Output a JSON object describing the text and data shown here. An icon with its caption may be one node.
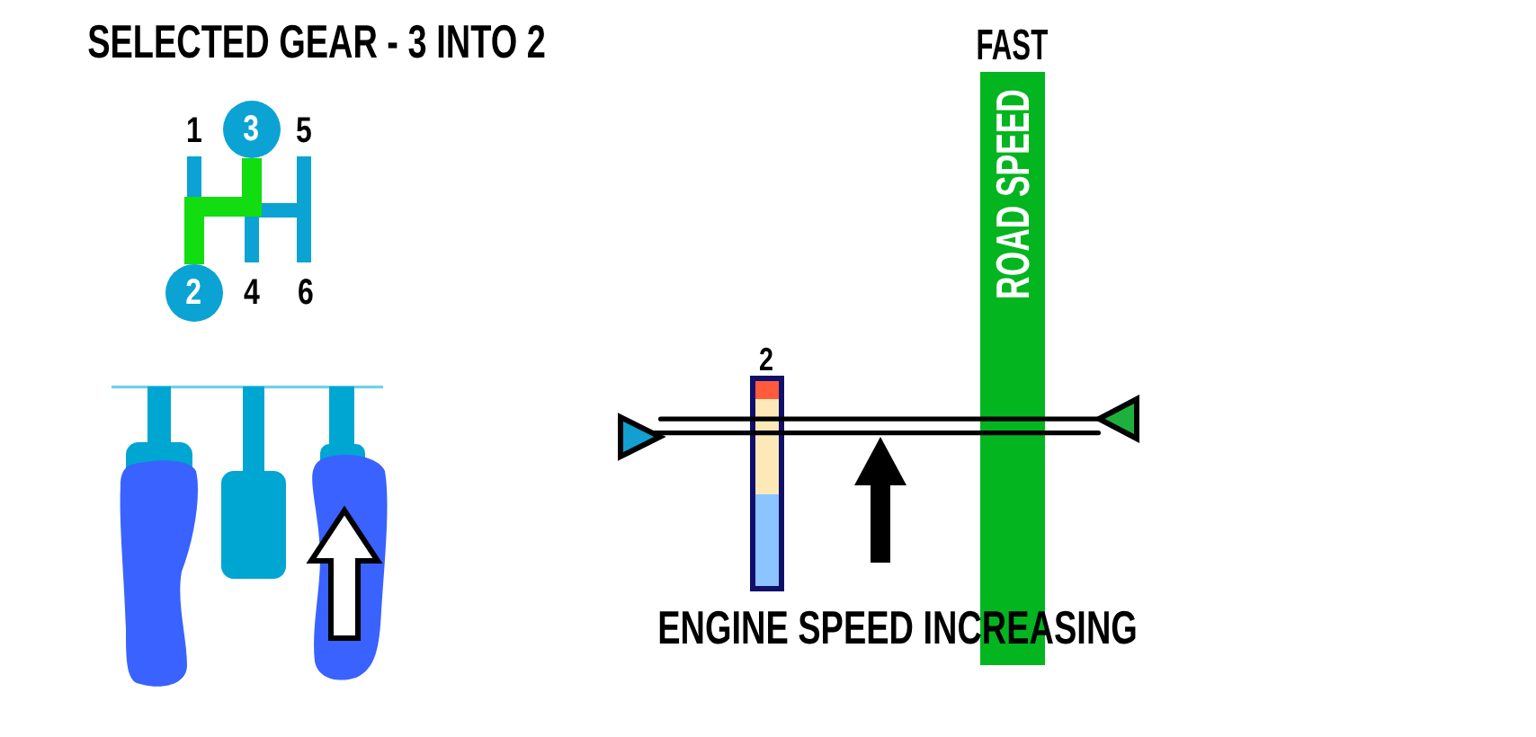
{
  "diagram": {
    "title": "SELECTED GEAR - 3 INTO 2",
    "nodes": [
      {
        "text": [
          "3"
        ]
      },
      {
        "text": [
          "2"
        ]
      },
      {
        "text": [
          "2"
        ]
      },
      {
        "text": [
          "FAST",
          "ROAD SPEED"
        ]
      }
    ],
    "edges": [
      {
        "from": 0,
        "to": 1,
        "arrow": "none",
        "color": "#11dd11"
      }
    ],
    "labels": [
      "1",
      "5",
      "4",
      "6",
      "ENGINE SPEED INCREASING"
    ]
  }
}
